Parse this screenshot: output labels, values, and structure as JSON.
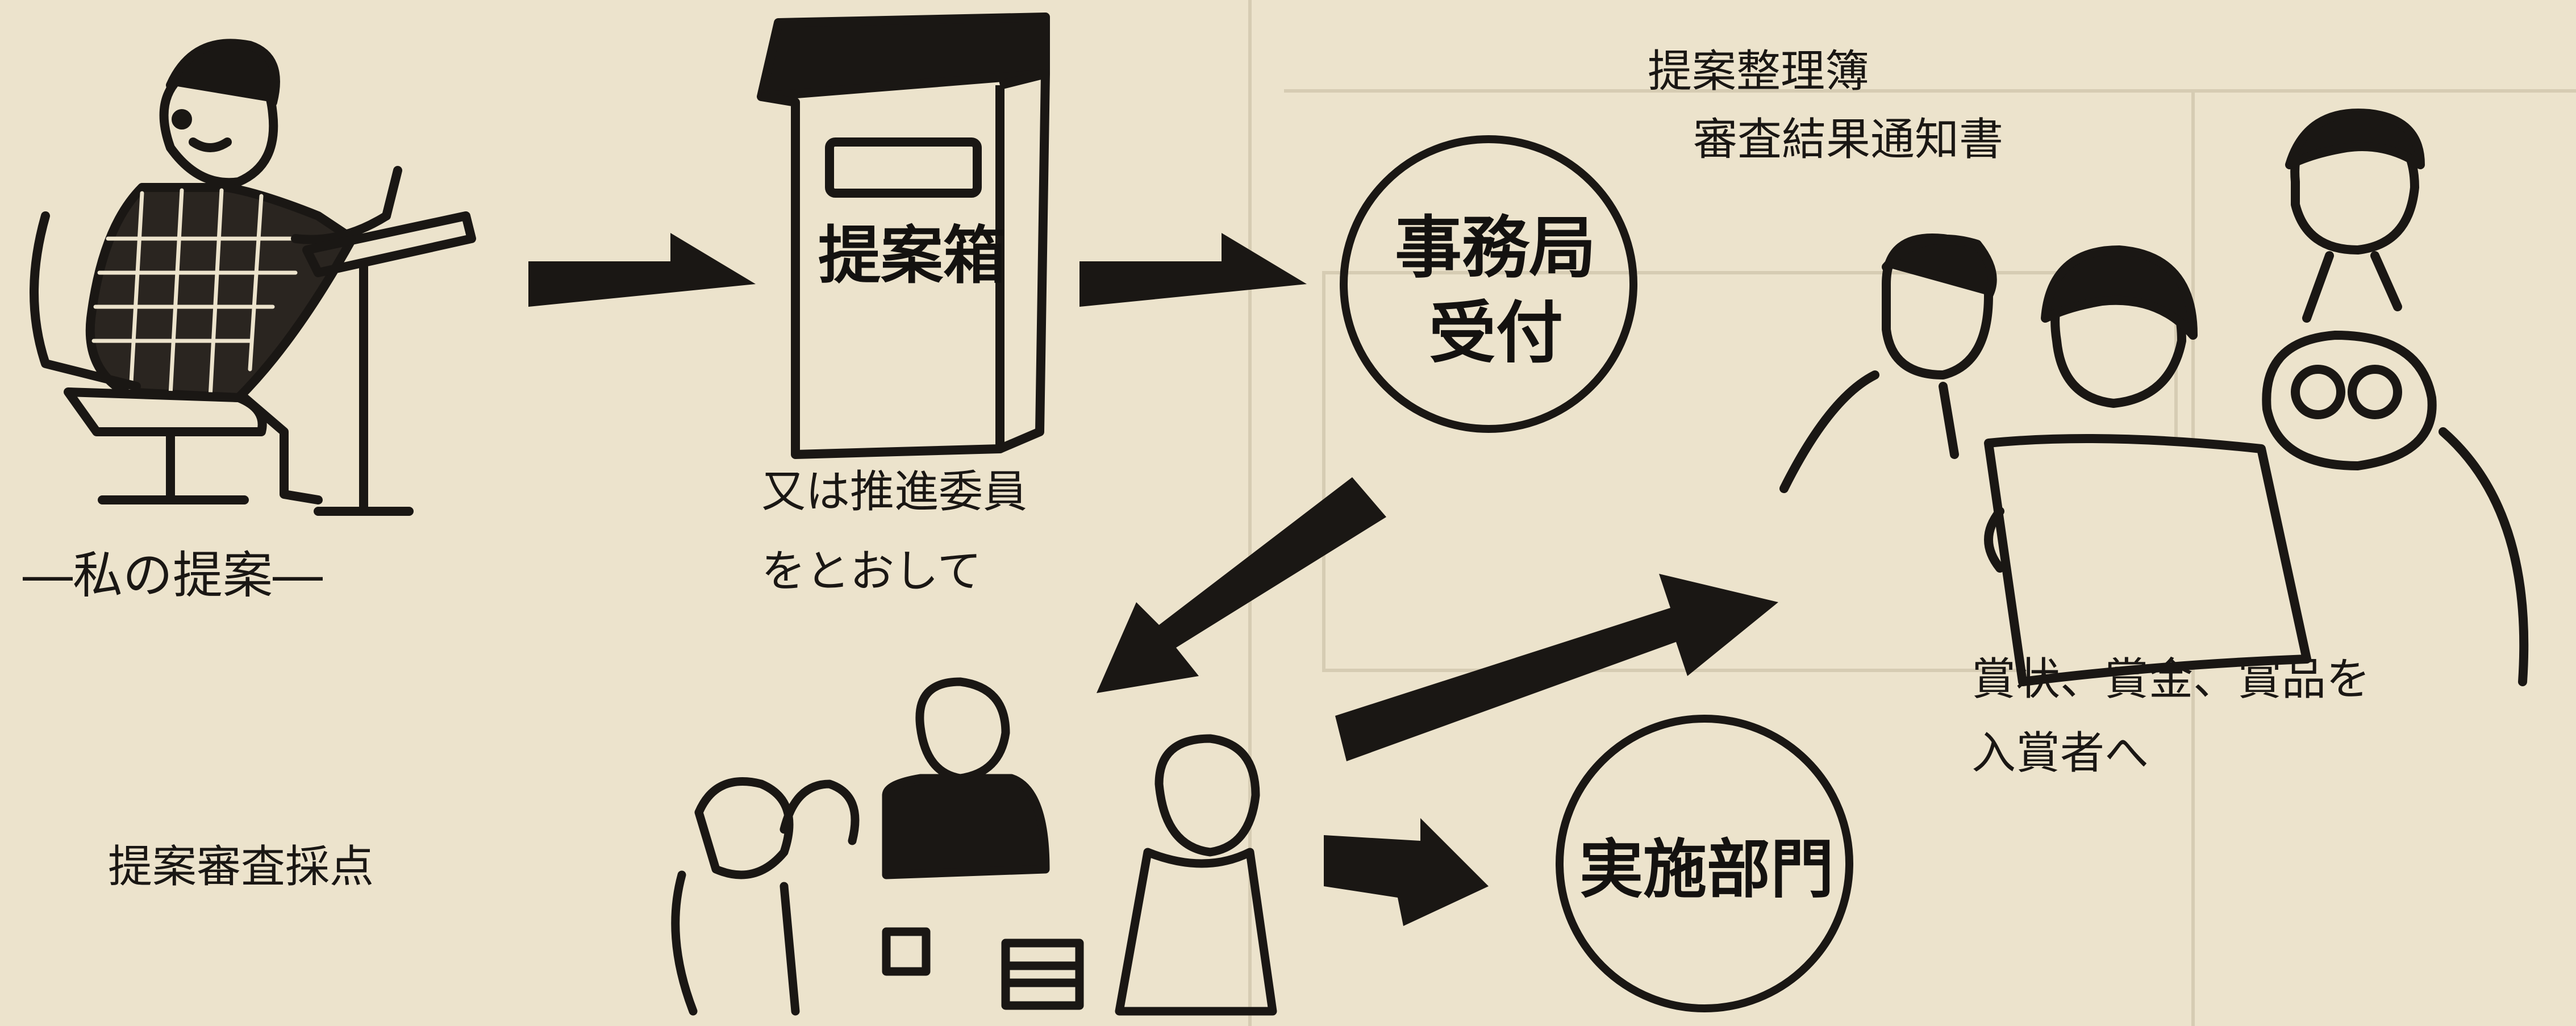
{
  "labels": {
    "my_proposal": "―私の提案―",
    "suggestion_box": "提案箱",
    "via_committee_line1": "又は推進委員",
    "via_committee_line2": "をとおして",
    "secretariat_line1": "事務局",
    "secretariat_line2": "受付",
    "registry_line1": "提案整理簿",
    "registry_line2": "審査結果通知書",
    "review_scoring": "提案審査採点",
    "implementation": "実施部門",
    "awards_line1": "賞状、賞金、賞品を",
    "awards_line2": "入賞者へ"
  },
  "colors": {
    "paper": "#ece3cc",
    "ink": "#1a1714",
    "faded_background_text": "#d9cfb8"
  }
}
